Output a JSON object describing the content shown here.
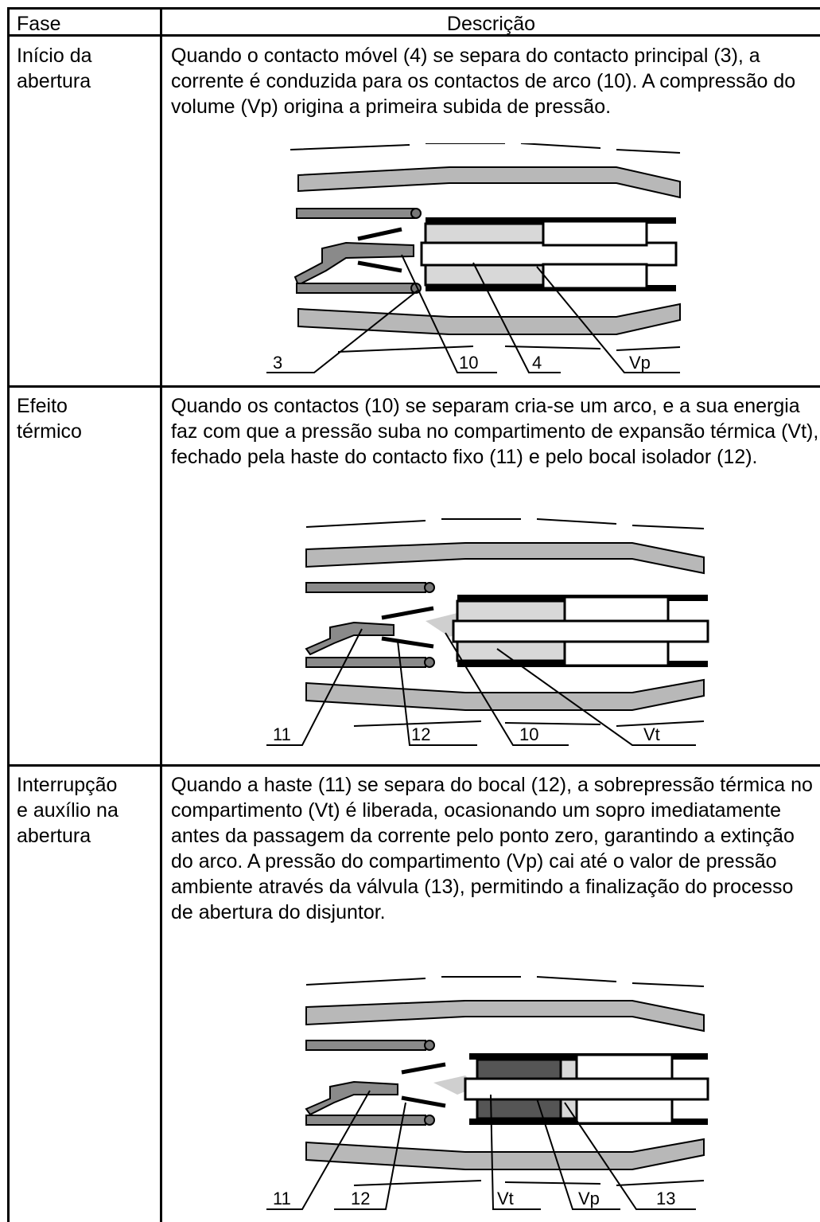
{
  "table": {
    "header": {
      "phase": "Fase",
      "description": "Descrição"
    },
    "rows": [
      {
        "phase": [
          "Início da",
          "abertura"
        ],
        "description": "Quando o contacto móvel (4) se separa do contacto principal (3), a corrente é conduzida para os contactos de arco (10). A compressão do volume (Vp) origina a primeira subida de pressão.",
        "figure_labels": [
          "3",
          "10",
          "4",
          "Vp"
        ]
      },
      {
        "phase": [
          "Efeito",
          "térmico"
        ],
        "description": "Quando os contactos (10) se separam cria-se um arco, e a sua energia faz com que a pressão suba no compartimento de expansão térmica (Vt), fechado pela haste do contacto fixo (11) e pelo bocal isolador (12).",
        "figure_labels": [
          "11",
          "12",
          "10",
          "Vt"
        ]
      },
      {
        "phase": [
          "Interrupção",
          "e auxílio na",
          "abertura"
        ],
        "description": "Quando a haste (11) se separa do bocal (12), a sobrepressão térmica no compartimento (Vt) é liberada, ocasionando um sopro imediatamente antes da passagem da corrente pelo ponto zero, garantindo a extinção do arco. A pressão do compartimento (Vp) cai até o valor de pressão ambiente através da válvula (13), permitindo a finalização do processo de abertura do disjuntor.",
        "figure_labels": [
          "11",
          "12",
          "Vt",
          "Vp",
          "13"
        ]
      }
    ]
  }
}
